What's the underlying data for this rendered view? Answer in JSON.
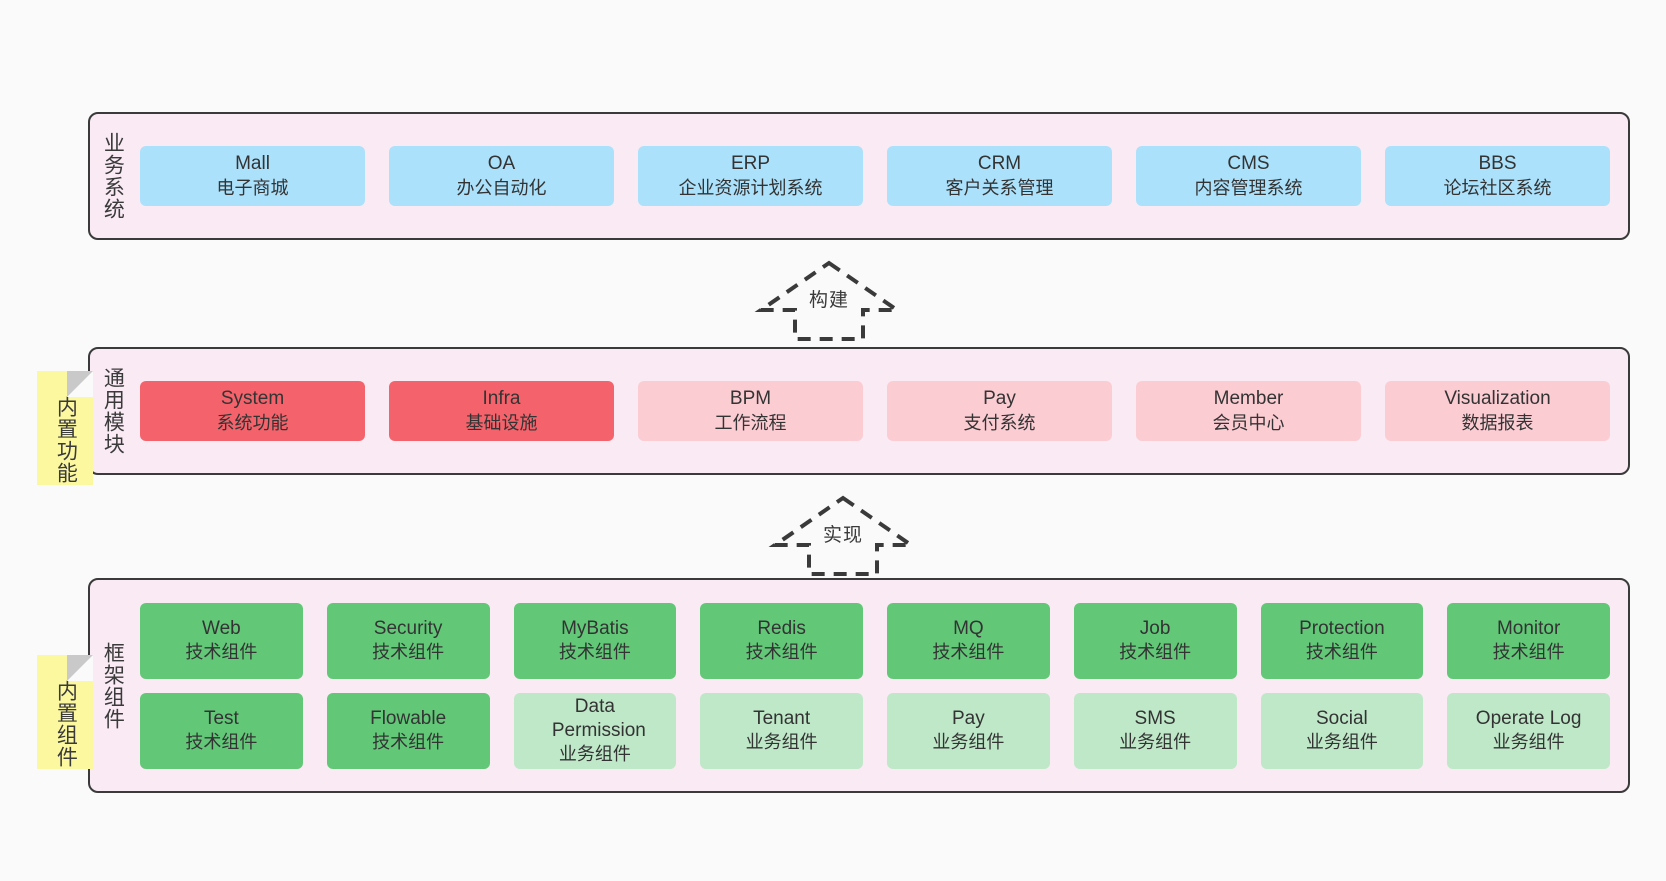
{
  "meta": {
    "background": "#fafafa",
    "panel_bg": "#f9eaf4",
    "panel_border": "#3a3a3a",
    "note_bg": "#fbf8a0",
    "color_blue": "#ace1fb",
    "color_red_strong": "#f4636b",
    "color_red_light": "#fcccd3",
    "color_green_strong": "#62c878",
    "color_green_light": "#bfe8c8"
  },
  "layers": {
    "business": {
      "title": "业务系统",
      "cards": [
        {
          "en": "Mall",
          "cn": "电子商城"
        },
        {
          "en": "OA",
          "cn": "办公自动化"
        },
        {
          "en": "ERP",
          "cn": "企业资源计划系统"
        },
        {
          "en": "CRM",
          "cn": "客户关系管理"
        },
        {
          "en": "CMS",
          "cn": "内容管理系统"
        },
        {
          "en": "BBS",
          "cn": "论坛社区系统"
        }
      ]
    },
    "common": {
      "title": "通用模块",
      "note": "内置功能",
      "cards": [
        {
          "en": "System",
          "cn": "系统功能"
        },
        {
          "en": "Infra",
          "cn": "基础设施"
        },
        {
          "en": "BPM",
          "cn": "工作流程"
        },
        {
          "en": "Pay",
          "cn": "支付系统"
        },
        {
          "en": "Member",
          "cn": "会员中心"
        },
        {
          "en": "Visualization",
          "cn": "数据报表"
        }
      ]
    },
    "framework": {
      "title": "框架组件",
      "note": "内置组件",
      "row1": [
        {
          "en": "Web",
          "cn": "技术组件"
        },
        {
          "en": "Security",
          "cn": "技术组件"
        },
        {
          "en": "MyBatis",
          "cn": "技术组件"
        },
        {
          "en": "Redis",
          "cn": "技术组件"
        },
        {
          "en": "MQ",
          "cn": "技术组件"
        },
        {
          "en": "Job",
          "cn": "技术组件"
        },
        {
          "en": "Protection",
          "cn": "技术组件"
        },
        {
          "en": "Monitor",
          "cn": "技术组件"
        }
      ],
      "row2": [
        {
          "en": "Test",
          "cn": "技术组件"
        },
        {
          "en": "Flowable",
          "cn": "技术组件"
        },
        {
          "en": "Data Permission",
          "cn": "业务组件"
        },
        {
          "en": "Tenant",
          "cn": "业务组件"
        },
        {
          "en": "Pay",
          "cn": "业务组件"
        },
        {
          "en": "SMS",
          "cn": "业务组件"
        },
        {
          "en": "Social",
          "cn": "业务组件"
        },
        {
          "en": "Operate Log",
          "cn": "业务组件"
        }
      ]
    }
  },
  "arrows": {
    "build": "构建",
    "implement": "实现"
  }
}
